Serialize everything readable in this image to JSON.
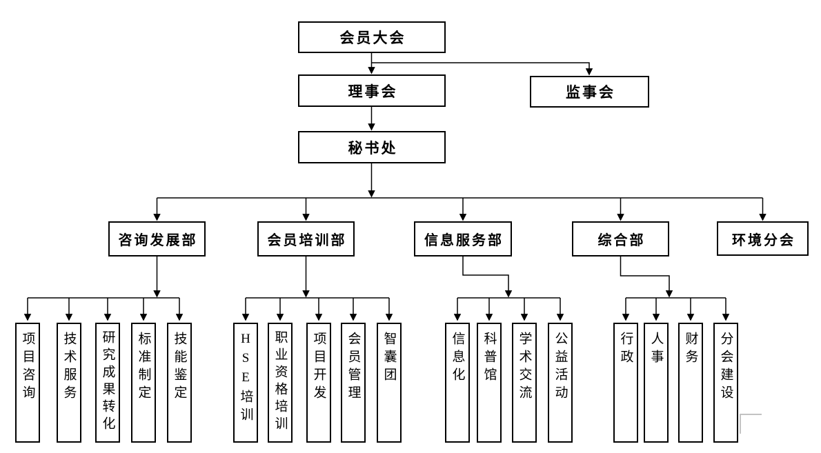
{
  "org": {
    "level1": {
      "assembly": "会员大会"
    },
    "level2": {
      "council": "理事会",
      "supervisory": "监事会"
    },
    "level3": {
      "secretariat": "秘书处"
    },
    "departments": [
      {
        "label": "咨询发展部",
        "children": [
          "项目咨询",
          "技术服务",
          "研究成果转化",
          "标准制定",
          "技能鉴定"
        ]
      },
      {
        "label": "会员培训部",
        "children": [
          "HSE培训",
          "职业资格培训",
          "项目开发",
          "会员管理",
          "智囊团"
        ]
      },
      {
        "label": "信息服务部",
        "children": [
          "信息化",
          "科普馆",
          "学术交流",
          "公益活动"
        ]
      },
      {
        "label": "综合部",
        "children": [
          "行政",
          "人事",
          "财务",
          "分会建设"
        ]
      },
      {
        "label": "环境分会",
        "children": []
      }
    ]
  },
  "colors": {
    "connector": "#000000",
    "box_border": "#000000",
    "box_fill": "#ffffff",
    "page_background": "#ffffff",
    "corner_mark": "#c3c3c3"
  }
}
